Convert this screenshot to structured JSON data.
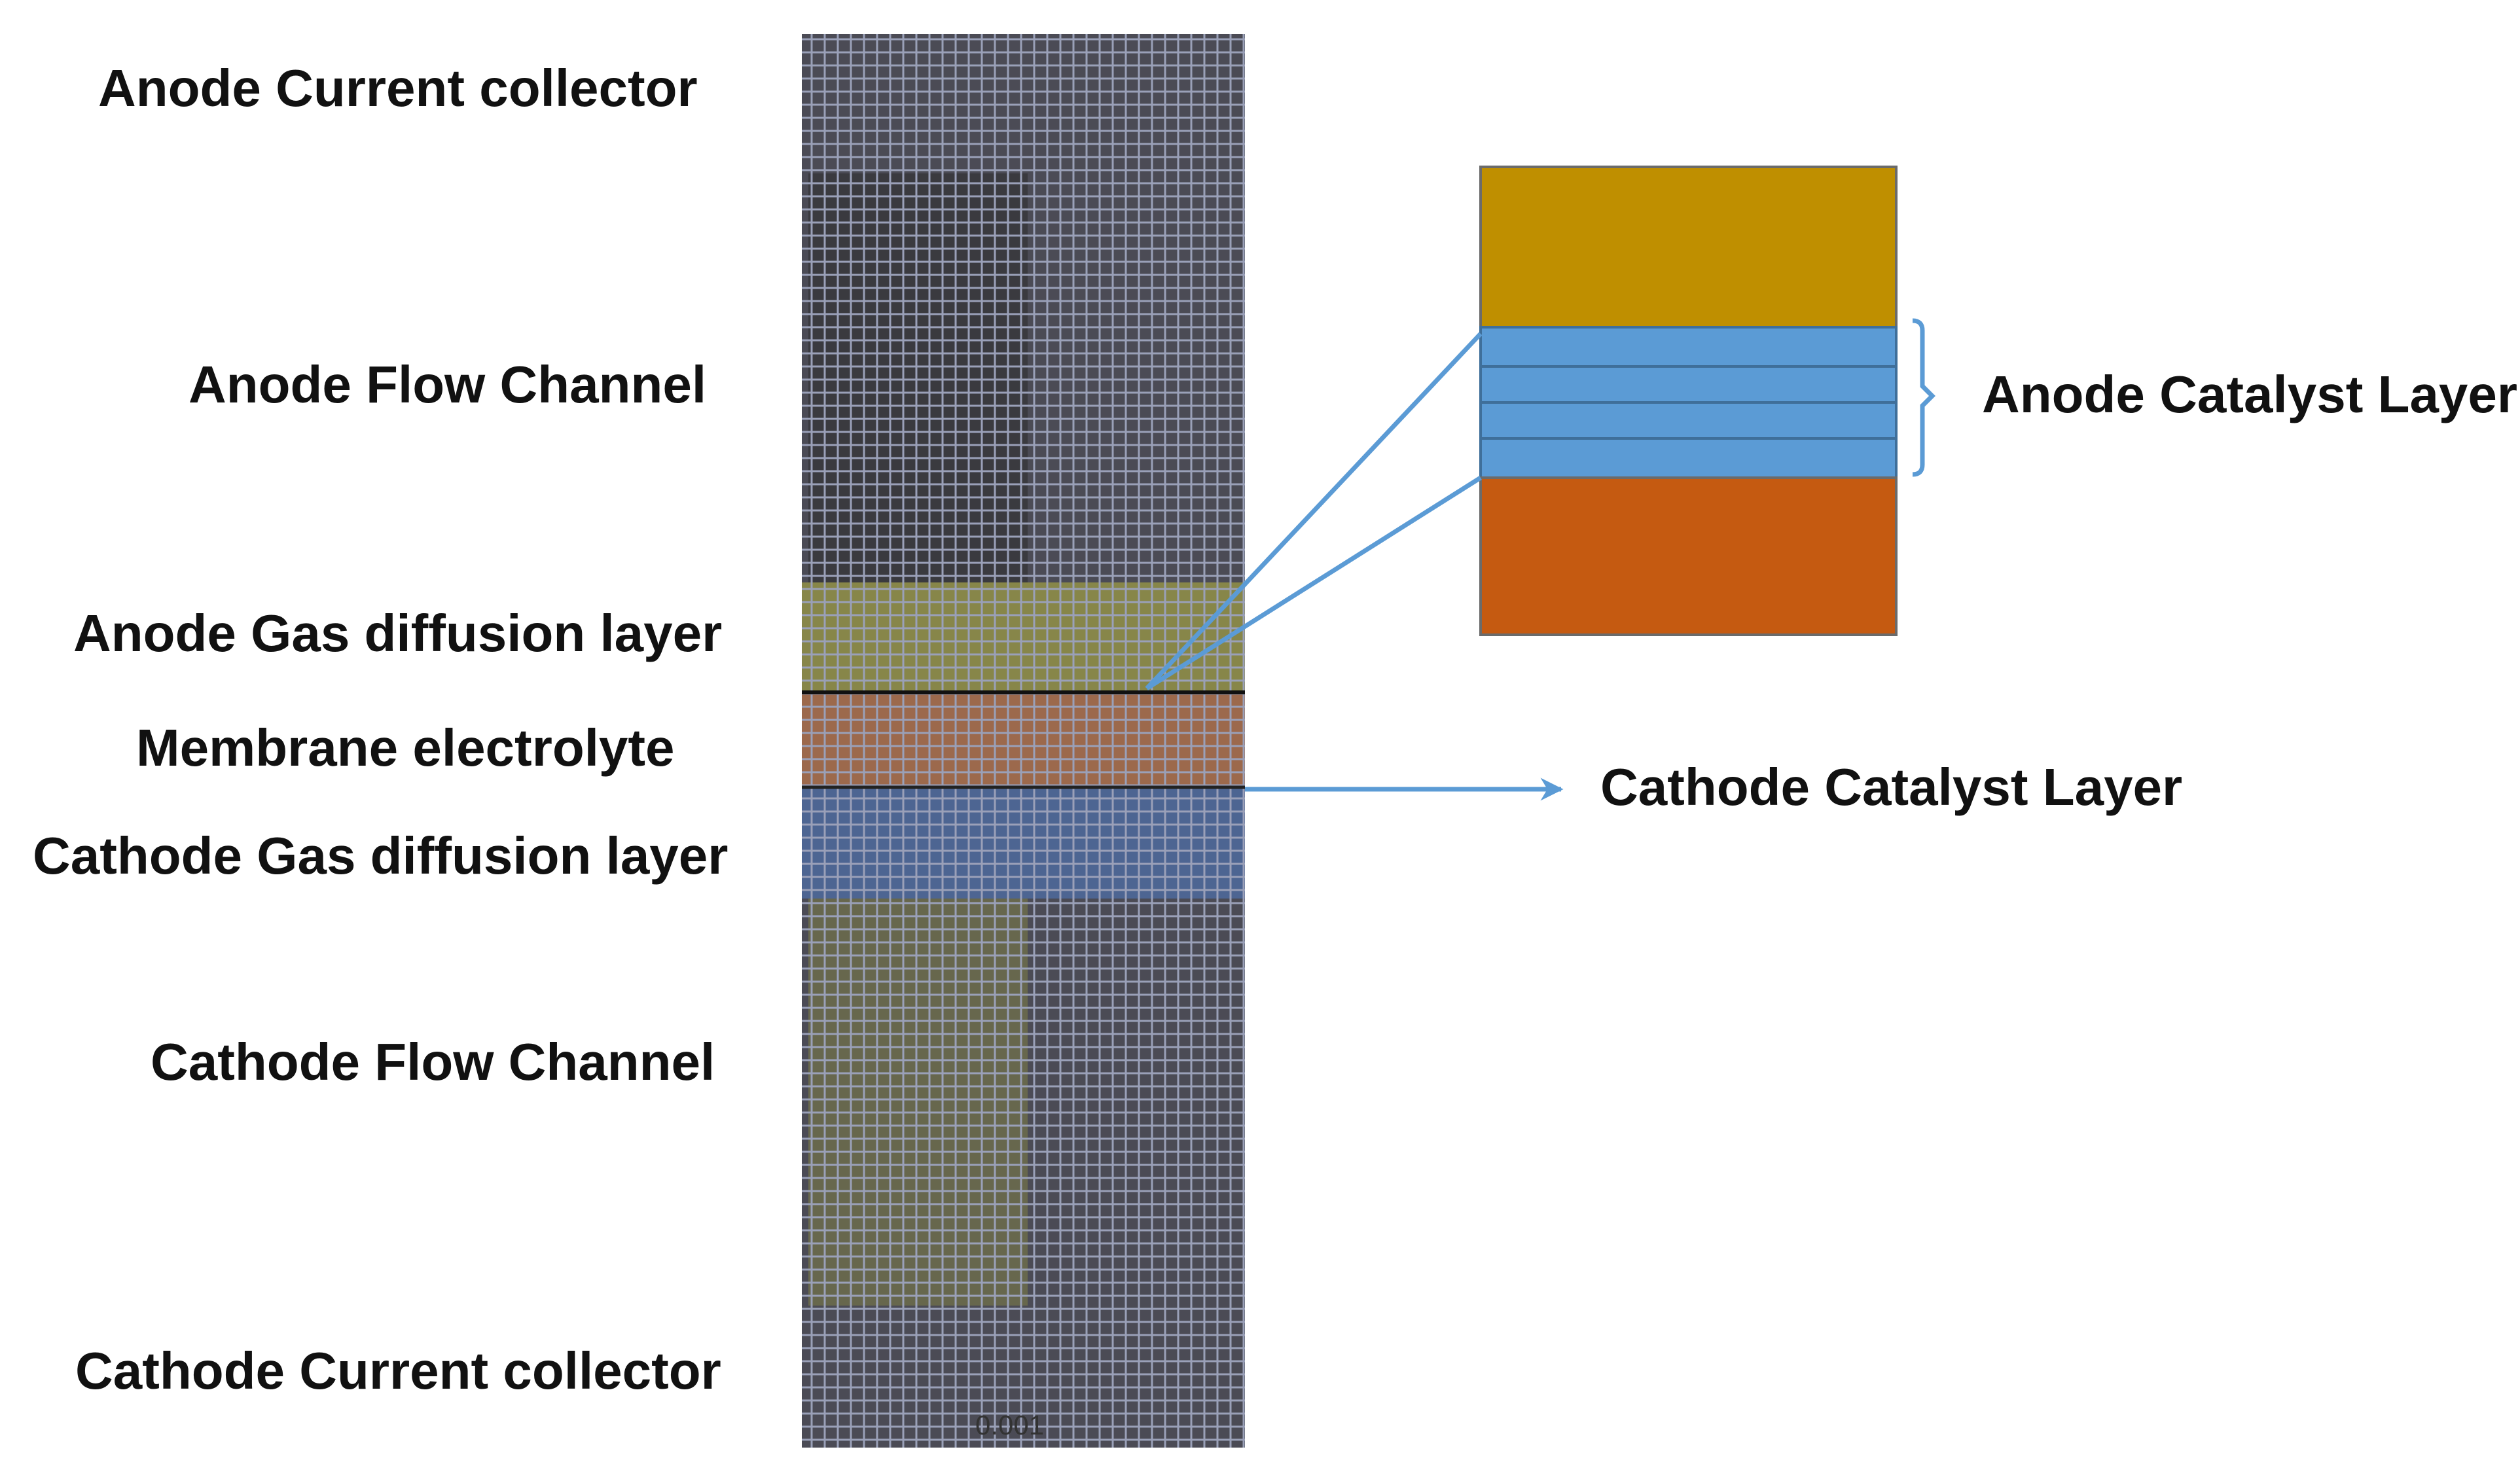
{
  "labels": {
    "anode_current_collector": "Anode Current collector",
    "anode_flow_channel": "Anode Flow Channel",
    "anode_gdl": "Anode Gas diffusion layer",
    "membrane": "Membrane electrolyte",
    "cathode_gdl": "Cathode Gas diffusion layer",
    "cathode_flow_channel": "Cathode Flow Channel",
    "cathode_current_collector": "Cathode Current collector",
    "anode_catalyst": "Anode Catalyst Layer",
    "cathode_catalyst": "Cathode Catalyst Layer",
    "mesh_watermark": "0.001"
  },
  "colors": {
    "mesh_background": "#4b4b55",
    "mesh_lines": "#9aa0b8",
    "anode_flow_shade": "#3a3a3a",
    "anode_gdl_tint": "#9b9a45",
    "membrane_tint": "#b0704a",
    "cathode_gdl_tint": "#4d6a9e",
    "cathode_flow_tint": "#7a7a48",
    "inset_top": "#bf8f00",
    "inset_catalyst": "#5b9bd5",
    "inset_bottom": "#c55a11",
    "connector": "#5b9bd5"
  }
}
